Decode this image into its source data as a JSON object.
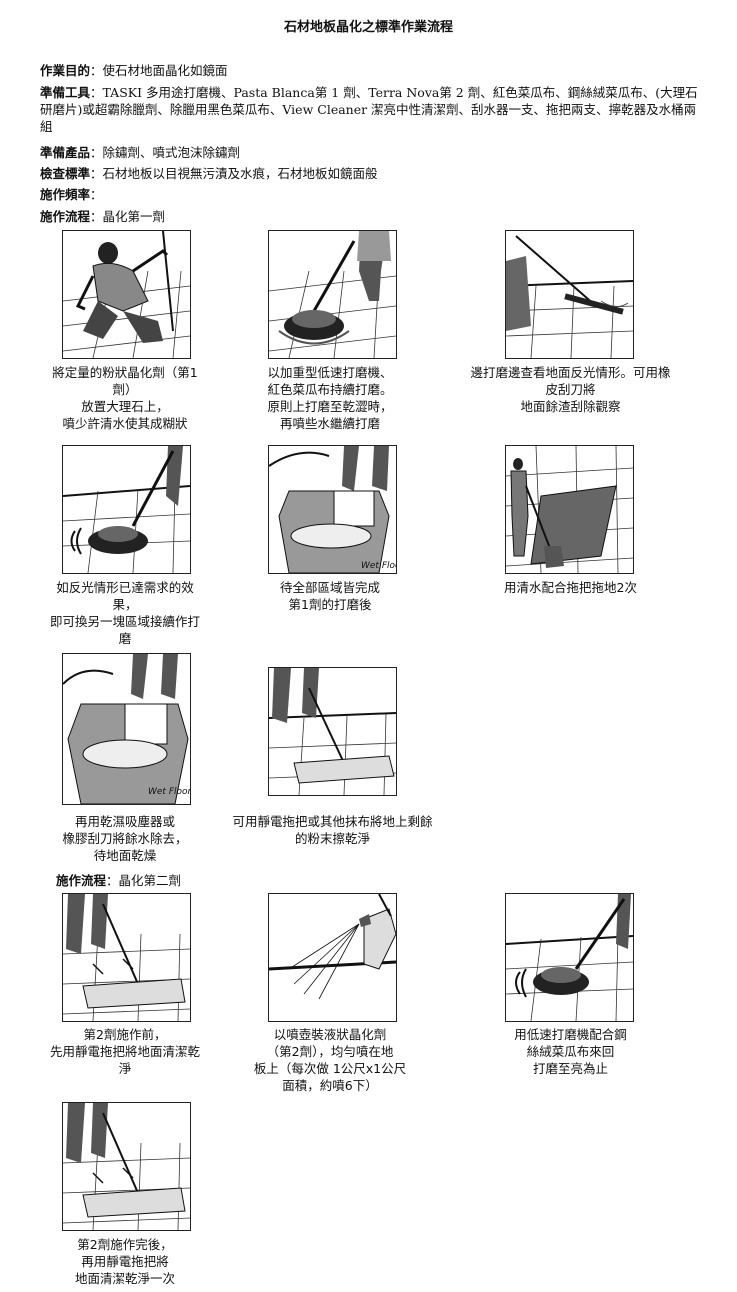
{
  "doc": {
    "title": "石材地板晶化之標準作業流程",
    "fields": [
      {
        "label": "作業目的",
        "value": "：使石材地面晶化如鏡面"
      },
      {
        "label": "準備工具",
        "value": "：TASKI 多用途打磨機、Pasta Blanca第 1 劑、Terra Nova第 2 劑、紅色菜瓜布、鋼絲絨菜瓜布、(大理石研磨片)或超霸除臘劑、除臘用黑色菜瓜布、View Cleaner 潔亮中性清潔劑、刮水器一支、拖把兩支、擰乾器及水桶兩組"
      },
      {
        "label": "準備產品",
        "value": "：除鏽劑、噴式泡沫除鏽劑"
      },
      {
        "label": "檢查標準",
        "value": "：石材地板以目視無污漬及水痕，石材地板如鏡面般"
      },
      {
        "label": "施作頻率",
        "value": "："
      },
      {
        "label": "施作流程",
        "value": "：晶化第一劑"
      }
    ],
    "section2": {
      "label": "施作流程",
      "value": "：晶化第二劑"
    }
  },
  "steps": [
    {
      "icon": "kneeling-worker-icon",
      "lines": [
        "將定量的粉狀晶化劑（第1",
        "劑）",
        "放置大理石上，",
        "噴少許清水使其成糊狀"
      ]
    },
    {
      "icon": "floor-machine-icon",
      "lines": [
        "以加重型低速打磨機、",
        "紅色菜瓜布持續打磨。",
        "原則上打磨至乾澀時，",
        "再噴些水繼續打磨"
      ]
    },
    {
      "icon": "squeegee-icon",
      "lines": [
        "邊打磨邊查看地面反光情形。可用橡",
        "皮刮刀將",
        "地面餘渣刮除觀察"
      ]
    },
    {
      "icon": "polishing-machine-icon",
      "lines": [
        "如反光情形已達需求的效",
        "果，",
        "即可換另一塊區域接續作打",
        "磨"
      ]
    },
    {
      "icon": "wet-floor-bucket-icon",
      "lines": [
        "待全部區域皆完成",
        "第1劑的打磨後"
      ]
    },
    {
      "icon": "string-mop-icon",
      "lines": [
        "用清水配合拖把拖地2次"
      ]
    },
    {
      "icon": "wet-vacuum-icon",
      "lines": [
        "再用乾濕吸塵器或",
        "橡膠刮刀將餘水除去，",
        "待地面乾燥"
      ]
    },
    {
      "icon": "dust-mop-icon",
      "lines": [
        "可用靜電拖把或其他抹布將地上剩餘",
        "的粉末擦乾淨"
      ]
    },
    {
      "icon": "dust-mop-icon",
      "lines": [
        "第2劑施作前，",
        "先用靜電拖把將地面清潔乾",
        "淨"
      ]
    },
    {
      "icon": "spray-bottle-icon",
      "lines": [
        "以噴壺裝液狀晶化劑",
        "（第2劑），均勻噴在地",
        "板上（每次做 1公尺x1公尺",
        "面積，約噴6下）"
      ]
    },
    {
      "icon": "floor-machine-icon",
      "lines": [
        "用低速打磨機配合鋼",
        "絲絨菜瓜布來回",
        "打磨至亮為止"
      ]
    },
    {
      "icon": "dust-mop-icon",
      "lines": [
        "第2劑施作完後，",
        "再用靜電拖把將",
        "地面清潔乾淨一次"
      ]
    }
  ]
}
